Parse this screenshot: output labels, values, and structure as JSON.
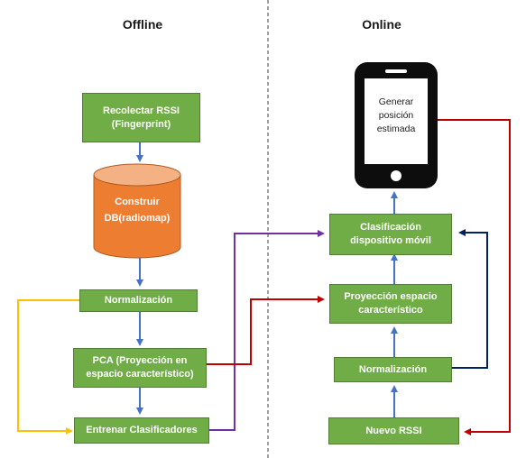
{
  "headings": {
    "offline": "Offline",
    "online": "Online"
  },
  "offline": {
    "collect": "Recolectar RSSI\n(Fingerprint)",
    "build_db": "Construir\nDB(radiomap)",
    "normalize": "Normalización",
    "pca": "PCA (Proyección en\nespacio característico)",
    "train": "Entrenar Clasificadores"
  },
  "online": {
    "phone_text": "Generar\nposición\nestimada",
    "classify": "Clasificación\ndispositivo móvil",
    "projection": "Proyección espacio\ncaracterístico",
    "normalize": "Normalización",
    "new_rssi": "Nuevo RSSI"
  },
  "colors": {
    "box_fill": "#70ad47",
    "box_border": "#507e32",
    "cylinder_fill": "#ed7d31",
    "cylinder_top": "#f4b183",
    "flow_arrow": "#4472c4",
    "feedback_yellow": "#ffc000",
    "purple": "#7030a0",
    "red": "#c00000",
    "navy": "#002060",
    "divider": "#404040"
  }
}
